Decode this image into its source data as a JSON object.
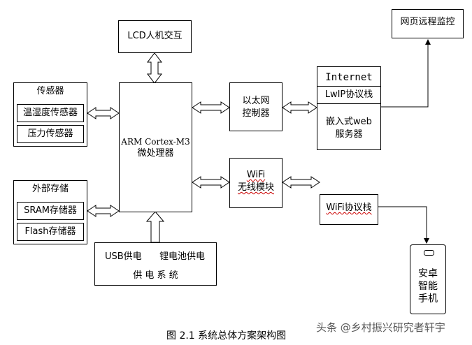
{
  "nodes": {
    "lcd": "LCD人机交互",
    "web_monitor": "网页远程监控",
    "sensor_group": "传感器",
    "temp_humidity": "温湿度传感器",
    "pressure": "压力传感器",
    "storage_group": "外部存储",
    "sram": "SRAM存储器",
    "flash": "Flash存储器",
    "mcu_line1": "ARM Cortex-M3",
    "mcu_line2": "微处理器",
    "eth_line1": "以太网",
    "eth_line2": "控制器",
    "wifi_line1": "WiFi",
    "wifi_line2": "无线模块",
    "internet": "Internet",
    "lwip": "LwIP协议栈",
    "web_line1": "嵌入式web",
    "web_line2": "服务器",
    "wifi_stack": "WiFi协议栈",
    "phone_line1": "安卓",
    "phone_line2": "智能",
    "phone_line3": "手机",
    "usb_power": "USB供电",
    "battery_power": "锂电池供电",
    "power_system": "供 电 系 统"
  },
  "caption": "图 2.1  系统总体方案架构图",
  "watermark": "头条 @乡村振兴研究者轩宇"
}
